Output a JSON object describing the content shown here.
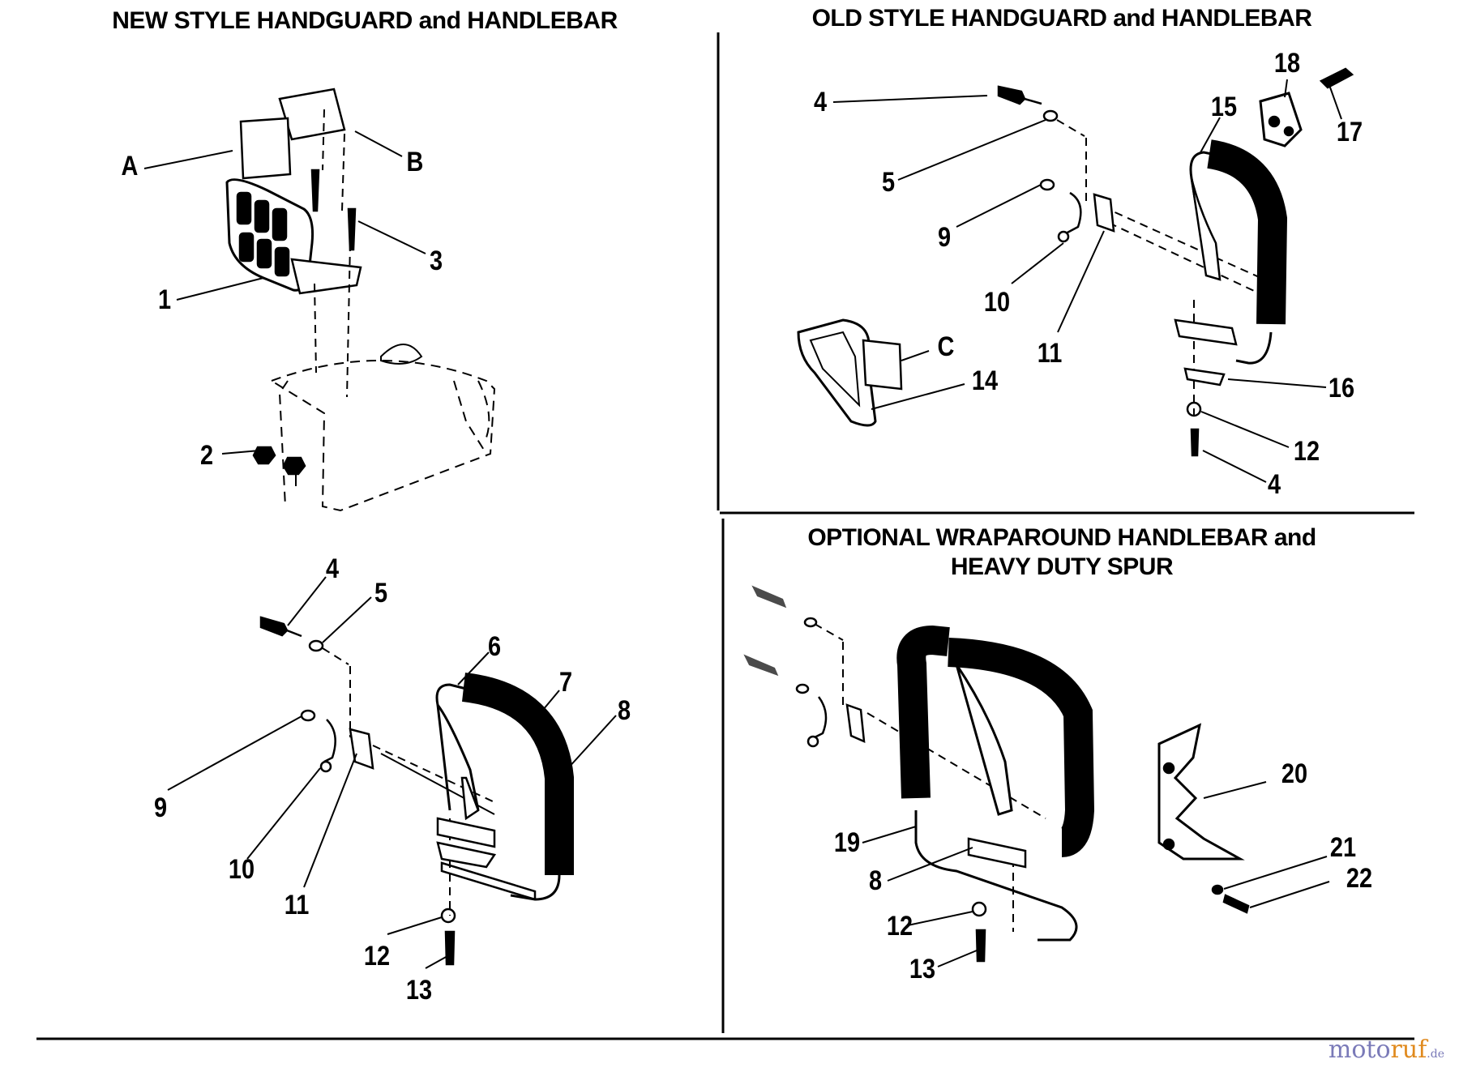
{
  "colors": {
    "ink": "#000000",
    "paper": "#ffffff",
    "watermark_primary": "#7a7ab8",
    "watermark_accent": "#e08a1e"
  },
  "titles": {
    "new_style": "NEW STYLE HANDGUARD and HANDLEBAR",
    "old_style": "OLD STYLE HANDGUARD and HANDLEBAR",
    "optional_line1": "OPTIONAL WRAPAROUND HANDLEBAR and",
    "optional_line2": "HEAVY DUTY SPUR"
  },
  "callouts": {
    "new_top": {
      "A": "A",
      "B": "B",
      "p1": "1",
      "p2": "2",
      "p3": "3"
    },
    "new_bottom": {
      "p4": "4",
      "p5": "5",
      "p6": "6",
      "p7": "7",
      "p8": "8",
      "p9": "9",
      "p10": "10",
      "p11": "11",
      "p12": "12",
      "p13": "13"
    },
    "old": {
      "p4a": "4",
      "p5": "5",
      "p9": "9",
      "p10": "10",
      "p11": "11",
      "C": "C",
      "p14": "14",
      "p15": "15",
      "p16": "16",
      "p17": "17",
      "p18": "18",
      "p12": "12",
      "p4b": "4"
    },
    "optional": {
      "p19": "19",
      "p8": "8",
      "p12": "12",
      "p13": "13",
      "p20": "20",
      "p21": "21",
      "p22": "22"
    }
  },
  "watermark": {
    "part1": "moto",
    "part2": "ruf",
    "part3": ".de"
  }
}
